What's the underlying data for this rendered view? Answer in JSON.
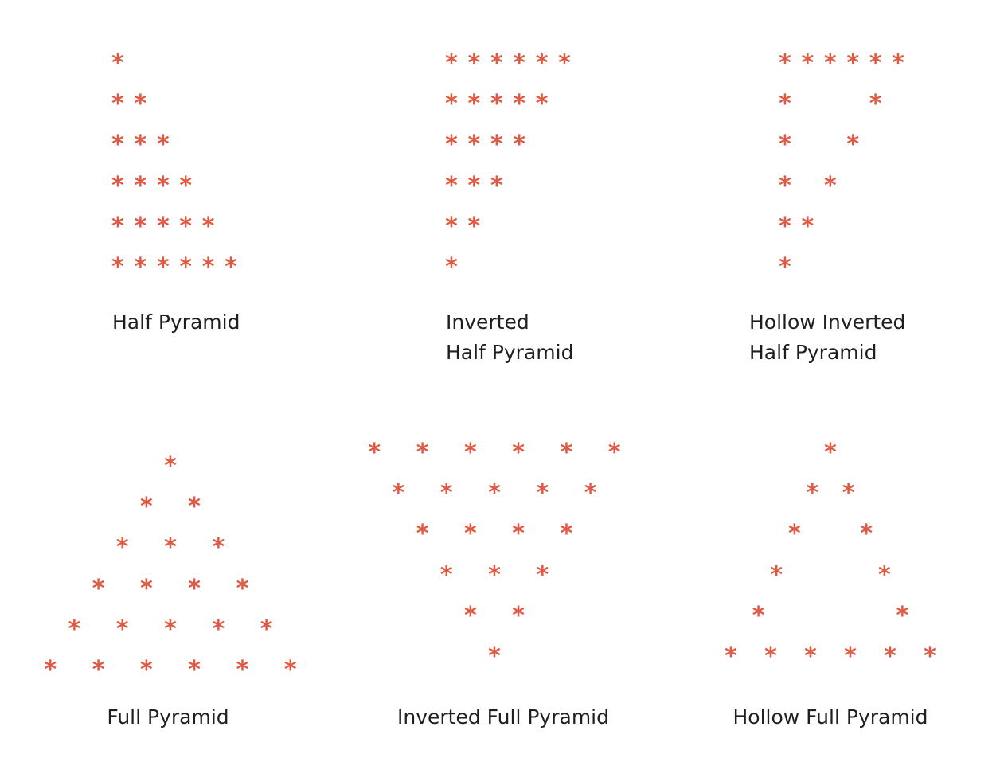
{
  "star_char": "*",
  "colors": {
    "star": "#e05a43",
    "text": "#1f1f1f",
    "background": "#ffffff"
  },
  "patterns": [
    {
      "id": "half-pyramid",
      "caption": [
        "Half Pyramid"
      ],
      "rows": [
        1,
        2,
        3,
        4,
        5,
        6
      ]
    },
    {
      "id": "inverted-half-pyramid",
      "caption": [
        "Inverted",
        "Half Pyramid"
      ],
      "rows": [
        6,
        5,
        4,
        3,
        2,
        1
      ]
    },
    {
      "id": "hollow-inverted-half-pyramid",
      "caption": [
        "Hollow Inverted",
        "Half Pyramid"
      ],
      "rows": [
        6,
        2,
        2,
        2,
        2,
        1
      ]
    },
    {
      "id": "full-pyramid",
      "caption": [
        "Full Pyramid"
      ],
      "rows": [
        1,
        2,
        3,
        4,
        5,
        6
      ]
    },
    {
      "id": "inverted-full-pyramid",
      "caption": [
        "Inverted Full Pyramid"
      ],
      "rows": [
        6,
        5,
        4,
        3,
        2,
        1
      ]
    },
    {
      "id": "hollow-full-pyramid",
      "caption": [
        "Hollow Full Pyramid"
      ],
      "rows": [
        1,
        2,
        2,
        2,
        2,
        6
      ]
    }
  ]
}
